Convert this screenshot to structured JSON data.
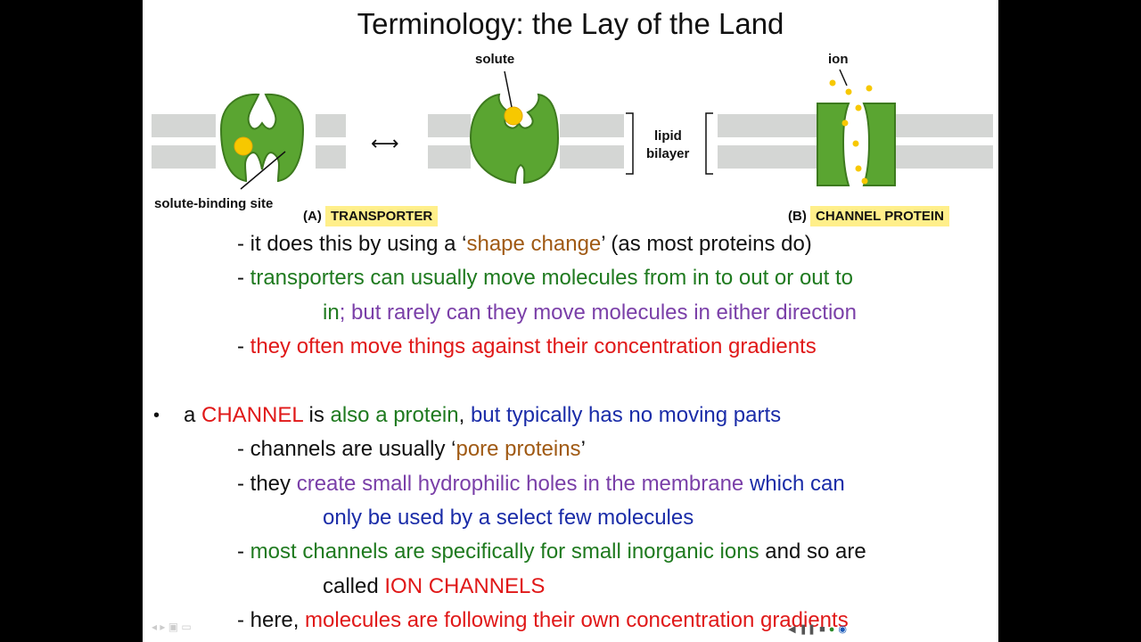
{
  "slide": {
    "title": "Terminology:  the Lay of the Land"
  },
  "figure": {
    "solute_label": "solute",
    "ion_label": "ion",
    "lipid_line1": "lipid",
    "lipid_line2": "bilayer",
    "binding_site_label": "solute-binding site",
    "panel_a_letter": "(A)",
    "panel_a_name": "TRANSPORTER",
    "panel_b_letter": "(B)",
    "panel_b_name": "CHANNEL PROTEIN",
    "arrow": "⟷",
    "colors": {
      "protein": "#5aa531",
      "protein_dark": "#3d7a1e",
      "membrane": "#d4d6d4",
      "solute": "#f7c800",
      "tag": "#ffef8a"
    }
  },
  "text": {
    "l1": {
      "a": "- it does this by using a ‘",
      "b": "shape change",
      "c": "’ (as most proteins do)"
    },
    "l2": {
      "a": "- ",
      "b": "transporters can usually move molecules from in to out or out to"
    },
    "l3": {
      "a": "in",
      "b": "; but rarely can they move molecules in either direction"
    },
    "l4": {
      "a": "- ",
      "b": "they often move things against their concentration gradients"
    },
    "l5": {
      "bullet": "•",
      "a": "a ",
      "b": "CHANNEL",
      "c": " is ",
      "d": "also a protein",
      "e": ", ",
      "f": "but typically has no moving parts"
    },
    "l6": {
      "a": "- channels are usually ‘",
      "b": "pore proteins",
      "c": "’"
    },
    "l7": {
      "a": "- they ",
      "b": "create small hydrophilic holes in the membrane",
      "c": " which can"
    },
    "l8": {
      "a": "only be used by a select few molecules"
    },
    "l9": {
      "a": "- ",
      "b": "most channels are specifically for small inorganic ions",
      "c": " and so are"
    },
    "l10": {
      "a": "called ",
      "b": "ION CHANNELS"
    },
    "l11": {
      "a": "- here, ",
      "b": "molecules are following their own concentration gradients"
    }
  }
}
